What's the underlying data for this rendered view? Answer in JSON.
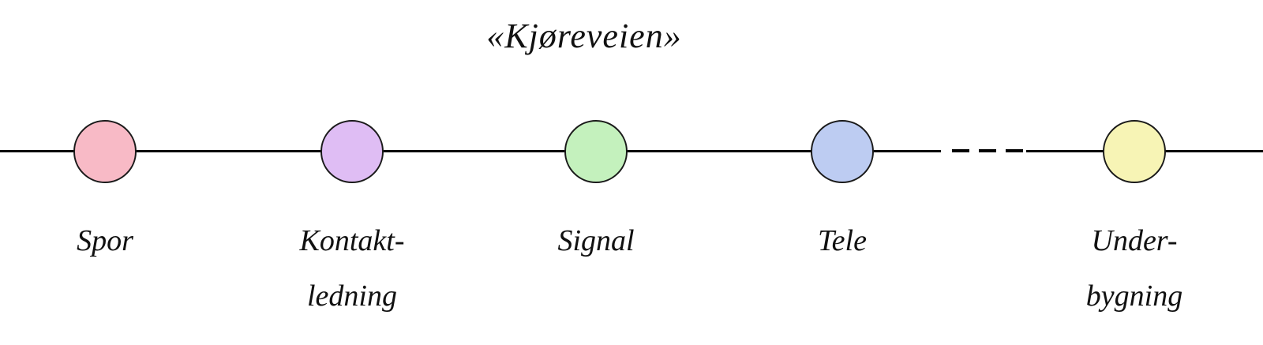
{
  "title": "«Kjøreveien»",
  "colors": {
    "line": "#000000",
    "background": "#ffffff"
  },
  "nodes": [
    {
      "id": "spor",
      "label_line1": "Spor",
      "label_line2": "",
      "color": "#f8bac6"
    },
    {
      "id": "kontaktledning",
      "label_line1": "Kontakt-",
      "label_line2": "ledning",
      "color": "#dfbdf4"
    },
    {
      "id": "signal",
      "label_line1": "Signal",
      "label_line2": "",
      "color": "#c4f1bd"
    },
    {
      "id": "tele",
      "label_line1": "Tele",
      "label_line2": "",
      "color": "#bdccf2"
    },
    {
      "id": "underbygning",
      "label_line1": "Under-",
      "label_line2": "bygning",
      "color": "#f7f4b5"
    }
  ]
}
